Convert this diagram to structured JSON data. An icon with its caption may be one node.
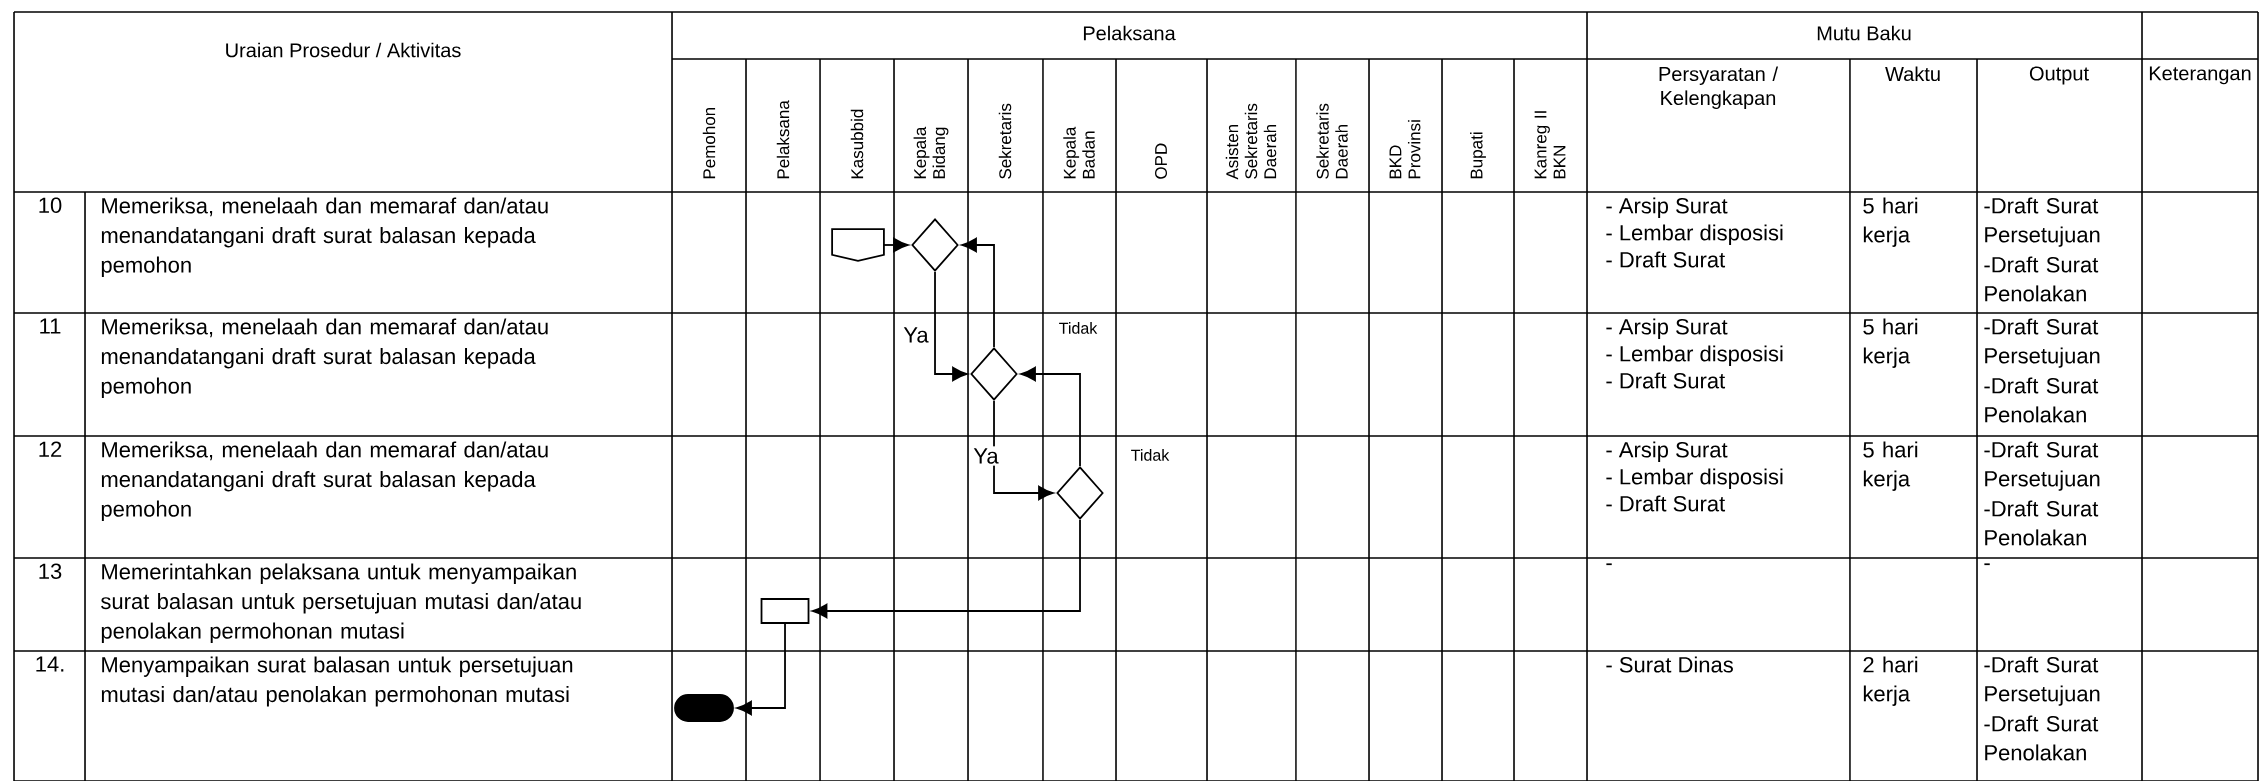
{
  "diagram": {
    "nodes": [
      {
        "text": [],
        "shape": "document"
      },
      {
        "text": [],
        "shape": "diamond"
      },
      {
        "text": [],
        "shape": "diamond"
      },
      {
        "text": [],
        "shape": "diamond"
      },
      {
        "text": [],
        "shape": "box"
      },
      {
        "text": [],
        "shape": "terminator"
      }
    ],
    "edges": [
      {
        "from": 0,
        "to": 1,
        "arrow": "to"
      },
      {
        "from": 1,
        "to": 2,
        "arrow": "to",
        "label": "Ya"
      },
      {
        "from": 2,
        "to": 1,
        "arrow": "to",
        "label": "Tidak"
      },
      {
        "from": 2,
        "to": 3,
        "arrow": "to",
        "label": "Ya"
      },
      {
        "from": 3,
        "to": 2,
        "arrow": "to",
        "label": "Tidak"
      },
      {
        "from": 3,
        "to": 4,
        "arrow": "to"
      },
      {
        "from": 4,
        "to": 5,
        "arrow": "to"
      }
    ],
    "labels": [
      "Uraian Prosedur / Aktivitas",
      "Pelaksana",
      "Mutu Baku",
      "Pemohon",
      "Pelaksana",
      "Kasubbid",
      "Kepala Bidang",
      "Sekretaris",
      "Kepala Badan",
      "OPD",
      "Asisten Sekretaris Daerah",
      "Sekretaris Daerah",
      "BKD Provinsi",
      "Bupati",
      "Kanreg II BKN",
      "Persyaratan / Kelengkapan",
      "Waktu",
      "Output",
      "Keterangan",
      "10",
      "Memeriksa, menelaah dan memaraf dan/atau menandatangani draft surat balasan kepada pemohon",
      "- Arsip Surat",
      "- Lembar disposisi",
      "- Draft Surat",
      "5 hari kerja",
      "-Draft Surat Persetujuan",
      "-Draft Surat Penolakan",
      "11",
      "Memeriksa, menelaah dan memaraf dan/atau menandatangani draft surat balasan kepada pemohon",
      "- Arsip Surat",
      "- Lembar disposisi",
      "- Draft Surat",
      "5 hari kerja",
      "-Draft Surat Persetujuan",
      "-Draft Surat Penolakan",
      "12",
      "Memeriksa, menelaah dan memaraf dan/atau menandatangani draft surat balasan kepada pemohon",
      "- Arsip Surat",
      "- Lembar disposisi",
      "- Draft Surat",
      "5 hari kerja",
      "-Draft Surat Persetujuan",
      "-Draft Surat Penolakan",
      "13",
      "Memerintahkan pelaksana untuk menyampaikan surat balasan untuk persetujuan mutasi dan/atau penolakan permohonan mutasi",
      "-",
      "-",
      "14.",
      "Menyampaikan surat balasan untuk persetujuan mutasi dan/atau penolakan permohonan mutasi",
      "- Surat Dinas",
      "2 hari kerja",
      "-Draft Surat Persetujuan",
      "-Draft Surat Penolakan"
    ]
  }
}
